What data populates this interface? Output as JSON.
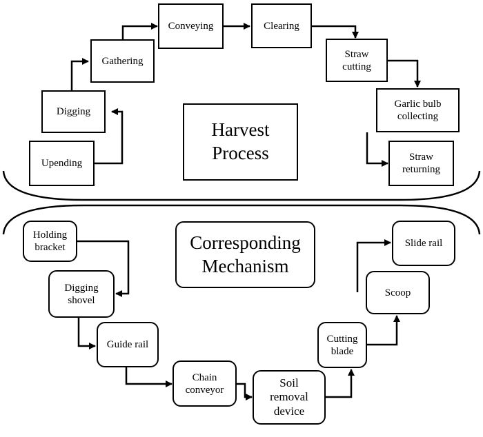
{
  "top": {
    "title": "Harvest\nProcess",
    "steps": {
      "upending": "Upending",
      "digging": "Digging",
      "gathering": "Gathering",
      "conveying": "Conveying",
      "clearing": "Clearing",
      "straw_cutting": "Straw\ncutting",
      "garlic_bulb_collecting": "Garlic bulb\ncollecting",
      "straw_returning": "Straw\nreturning"
    }
  },
  "bottom": {
    "title": "Corresponding\nMechanism",
    "parts": {
      "holding_bracket": "Holding\nbracket",
      "digging_shovel": "Digging\nshovel",
      "guide_rail": "Guide rail",
      "chain_conveyor": "Chain\nconveyor",
      "soil_removal_device": "Soil\nremoval\ndevice",
      "cutting_blade": "Cutting\nblade",
      "scoop": "Scoop",
      "slide_rail": "Slide rail"
    }
  }
}
